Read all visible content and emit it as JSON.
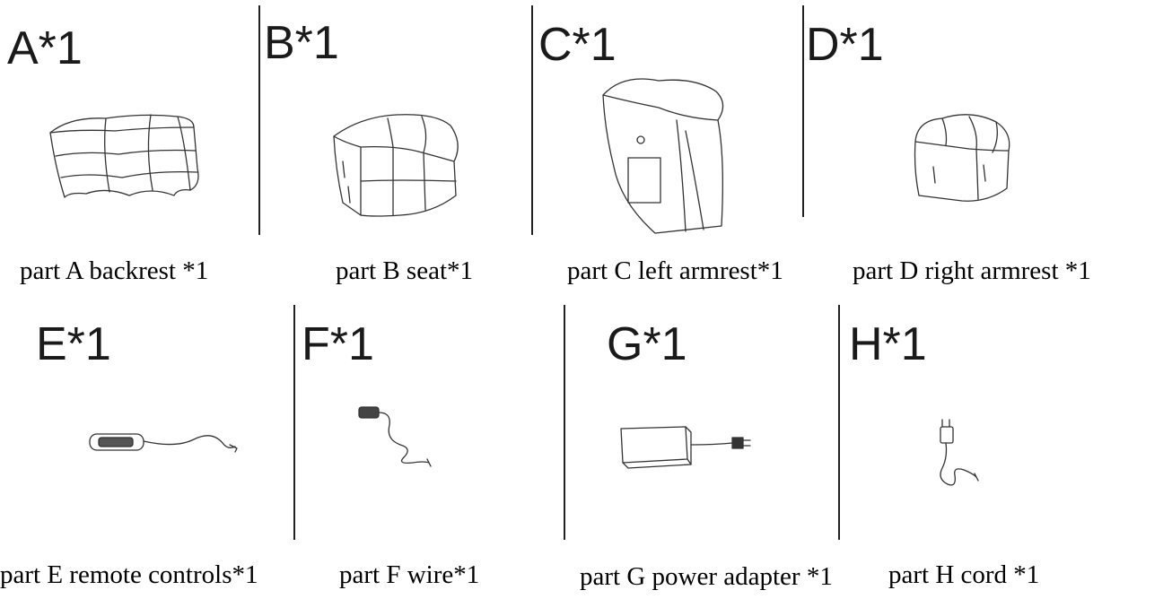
{
  "row1": {
    "a": {
      "code": "A*1",
      "caption": "part A backrest *1"
    },
    "b": {
      "code": "B*1",
      "caption": "part B seat*1"
    },
    "c": {
      "code": "C*1",
      "caption": "part C left armrest*1"
    },
    "d": {
      "code": "D*1",
      "caption": "part D right armrest *1"
    }
  },
  "row2": {
    "e": {
      "code": "E*1",
      "caption": "part E remote controls*1"
    },
    "f": {
      "code": "F*1",
      "caption": "part F wire*1"
    },
    "g": {
      "code": "G*1",
      "caption": "part G power adapter *1"
    },
    "h": {
      "code": "H*1",
      "caption": "part H cord *1"
    }
  }
}
